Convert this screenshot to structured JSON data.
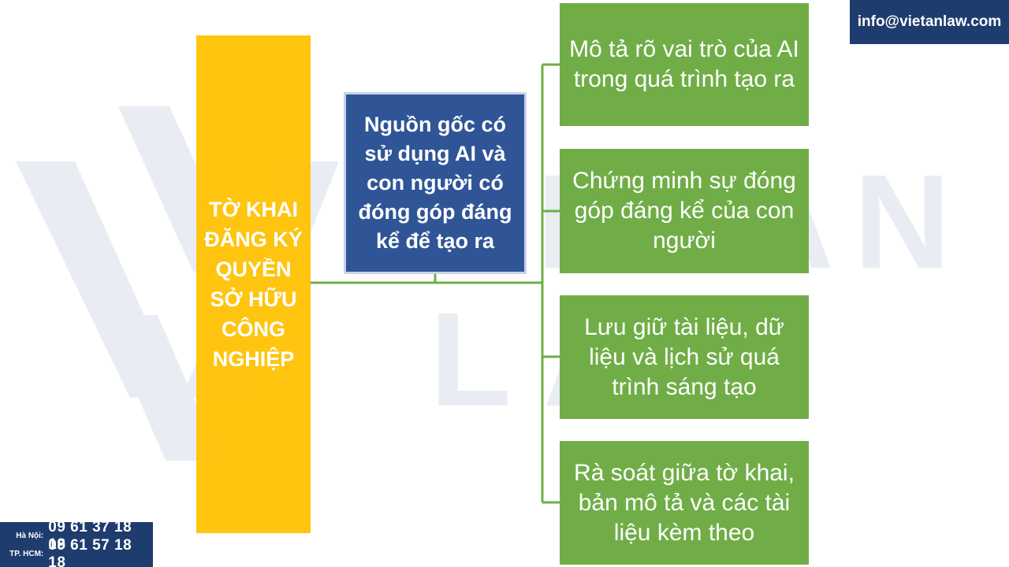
{
  "root": {
    "text": "TỜ KHAI ĐĂNG KÝ QUYỀN SỞ HỮU CÔNG NGHIỆP"
  },
  "middle": {
    "text": "Nguồn gốc có sử dụng AI và con người có đóng góp đáng kể để tạo ra"
  },
  "leaves": [
    {
      "text": "Mô tả rõ vai trò của AI trong quá trình tạo ra"
    },
    {
      "text": "Chứng minh sự đóng góp đáng kể của con người"
    },
    {
      "text": "Lưu giữ tài liệu, dữ liệu và lịch sử quá trình sáng tạo"
    },
    {
      "text": "Rà soát giữa tờ khai, bản mô tả và các tài liệu kèm theo"
    }
  ],
  "contact": {
    "email": "info@vietanlaw.com",
    "phones": [
      {
        "city": "Hà Nội:",
        "number": "09 61 37 18 18"
      },
      {
        "city": "TP. HCM:",
        "number": "09 61 57 18 18"
      }
    ]
  },
  "watermark": {
    "text": "VIETAN LAW",
    "line1": "VIETAN",
    "line2": "LAW"
  },
  "colors": {
    "root": "#ffc000",
    "middle": "#2f5597",
    "leaf": "#70ad47",
    "connector": "#70ad47",
    "badge": "#1f3c6e"
  }
}
